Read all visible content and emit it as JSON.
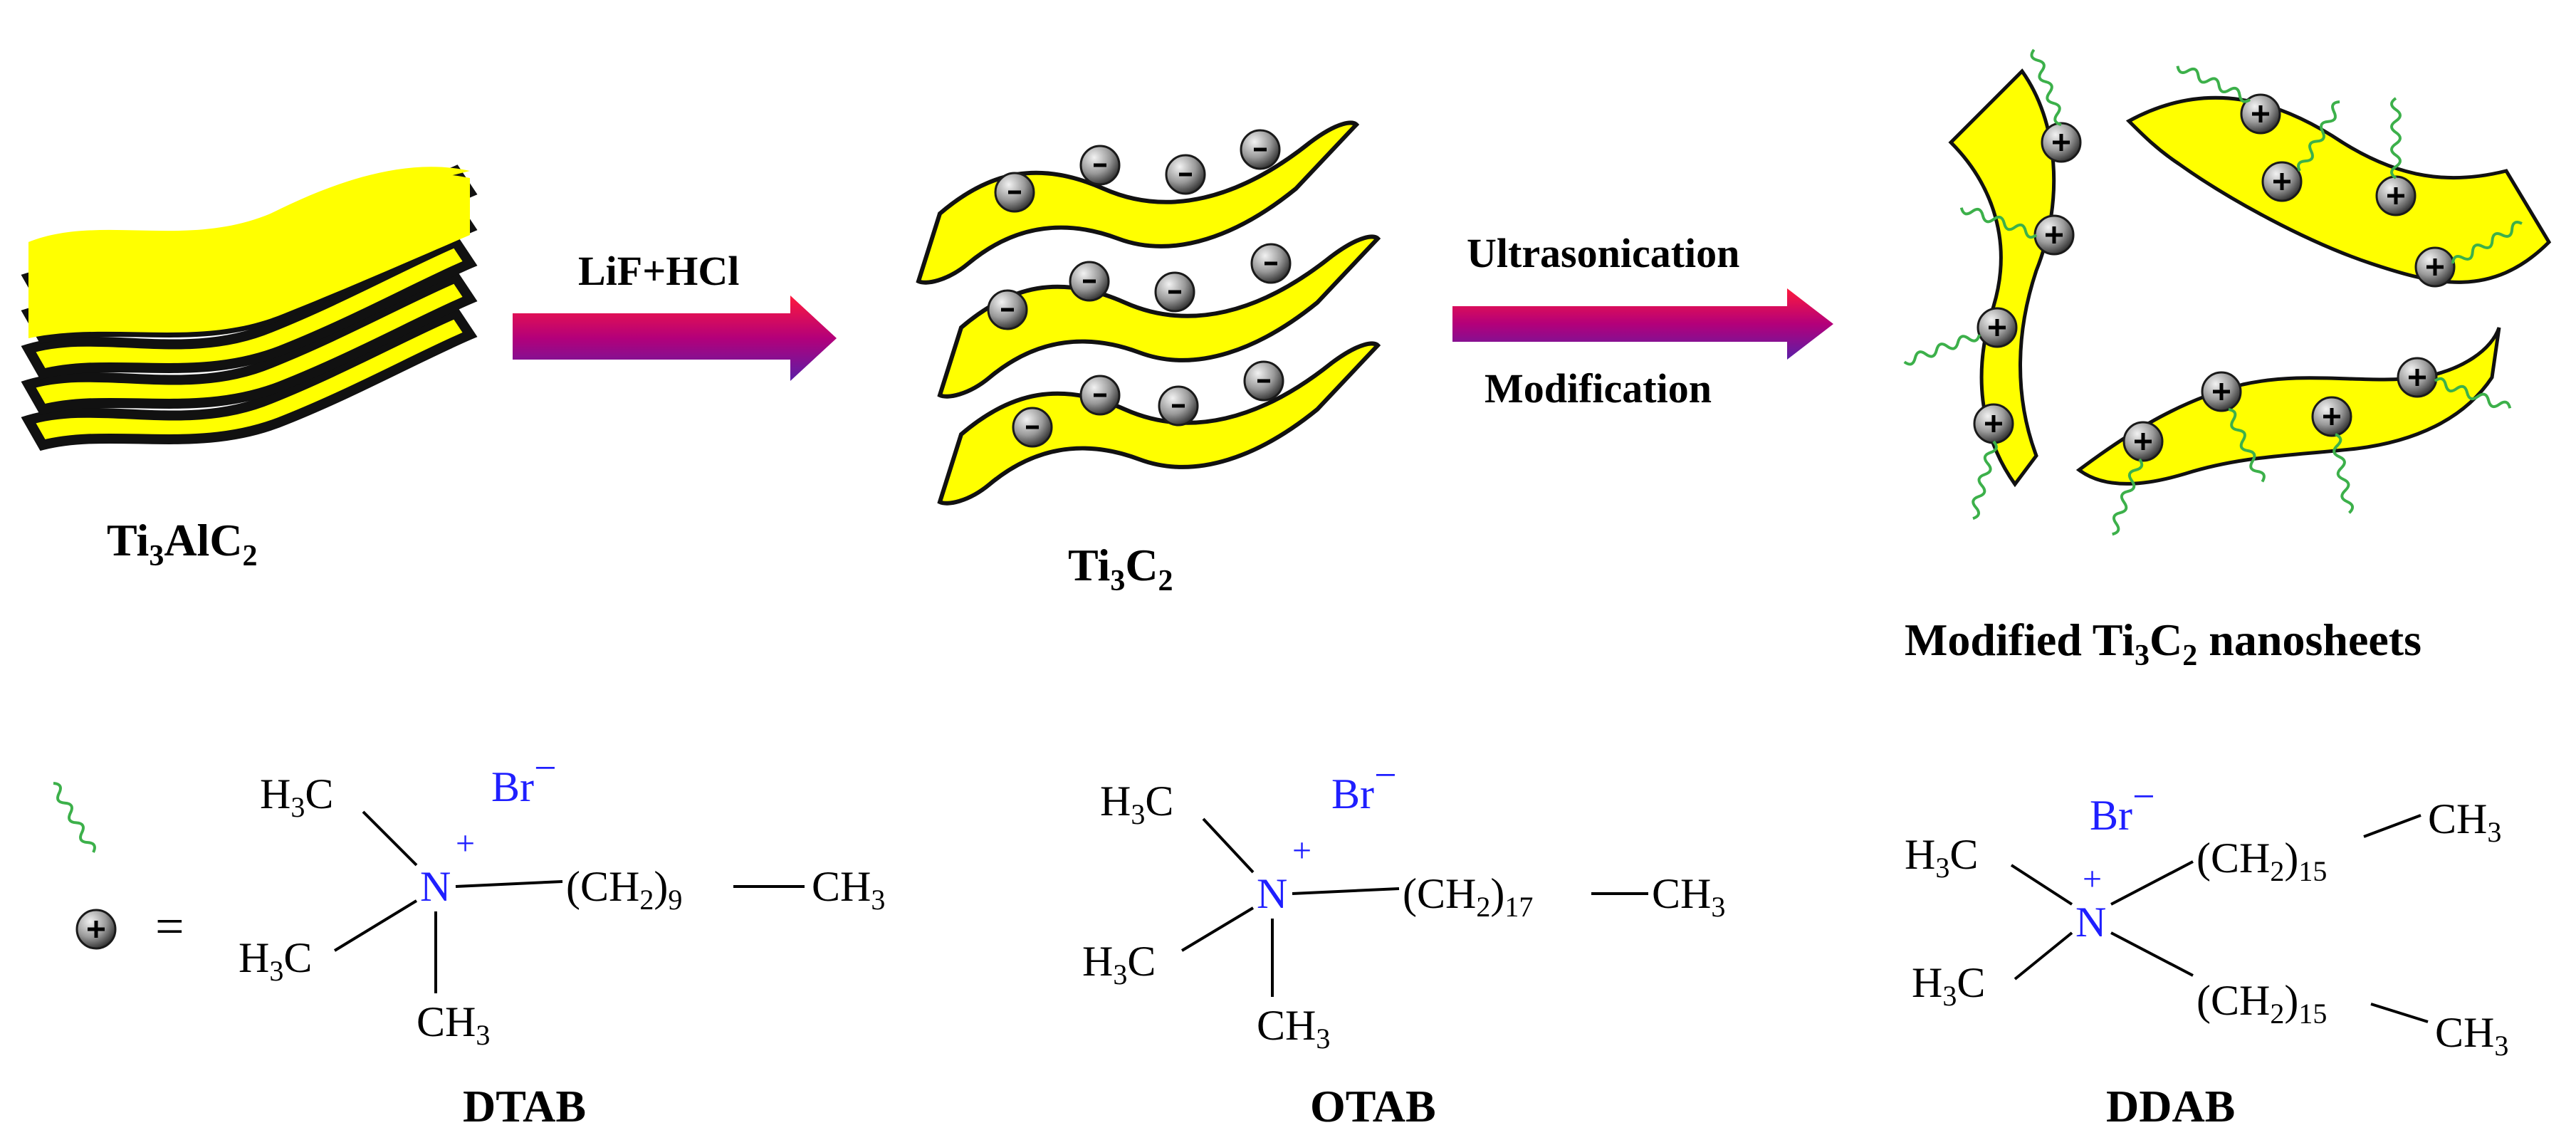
{
  "colors": {
    "sheet_fill": "#ffff00",
    "sheet_edge": "#1a1a1a",
    "arrow_start": "#ff1a3c",
    "arrow_mid": "#b3007a",
    "arrow_end": "#5a1fa8",
    "ion_dark": "#2b2b2b",
    "ion_light": "#d9d9d9",
    "chain": "#3cb04a",
    "nitrogen": "#1f1fff",
    "ink": "#000000"
  },
  "stages": {
    "ti3alc2": {
      "label_main": "Ti",
      "label_sub1": "3",
      "label_mid": "AlC",
      "label_sub2": "2"
    },
    "ti3c2": {
      "label_main": "Ti",
      "label_sub1": "3",
      "label_mid": "C",
      "label_sub2": "2"
    },
    "modified": {
      "label_pre": "Modified Ti",
      "label_sub1": "3",
      "label_mid": "C",
      "label_sub2": "2",
      "label_post": " nanosheets"
    }
  },
  "arrows": {
    "step1": {
      "label": "LiF+HCl"
    },
    "step2": {
      "label_top": "Ultrasonication",
      "label_bottom": "Modification"
    }
  },
  "legend": {
    "equals": "="
  },
  "ions": {
    "negative": "-",
    "positive": "+"
  },
  "surfactants": {
    "dtab": {
      "name": "DTAB",
      "methyl_1": "H",
      "methyl_1_sub": "3",
      "methyl_1_c": "C",
      "methyl_2": "H",
      "methyl_2_sub": "3",
      "methyl_2_c": "C",
      "methyl_3_c": "CH",
      "methyl_3_sub": "3",
      "n": "N",
      "n_charge": "+",
      "br": "Br",
      "br_charge": "−",
      "chain_open": "(CH",
      "chain_sub": "2",
      "chain_close": ")",
      "chain_count": "9",
      "tail": "CH",
      "tail_sub": "3"
    },
    "otab": {
      "name": "OTAB",
      "methyl_1": "H",
      "methyl_1_sub": "3",
      "methyl_1_c": "C",
      "methyl_2": "H",
      "methyl_2_sub": "3",
      "methyl_2_c": "C",
      "methyl_3_c": "CH",
      "methyl_3_sub": "3",
      "n": "N",
      "n_charge": "+",
      "br": "Br",
      "br_charge": "−",
      "chain_open": "(CH",
      "chain_sub": "2",
      "chain_close": ")",
      "chain_count": "17",
      "tail": "CH",
      "tail_sub": "3"
    },
    "ddab": {
      "name": "DDAB",
      "methyl_1": "H",
      "methyl_1_sub": "3",
      "methyl_1_c": "C",
      "methyl_2": "H",
      "methyl_2_sub": "3",
      "methyl_2_c": "C",
      "n": "N",
      "n_charge": "+",
      "br": "Br",
      "br_charge": "−",
      "chain_a_open": "(CH",
      "chain_a_sub": "2",
      "chain_a_close": ")",
      "chain_a_count": "15",
      "chain_b_open": "(CH",
      "chain_b_sub": "2",
      "chain_b_close": ")",
      "chain_b_count": "15",
      "tail_a": "CH",
      "tail_a_sub": "3",
      "tail_b": "CH",
      "tail_b_sub": "3"
    }
  }
}
